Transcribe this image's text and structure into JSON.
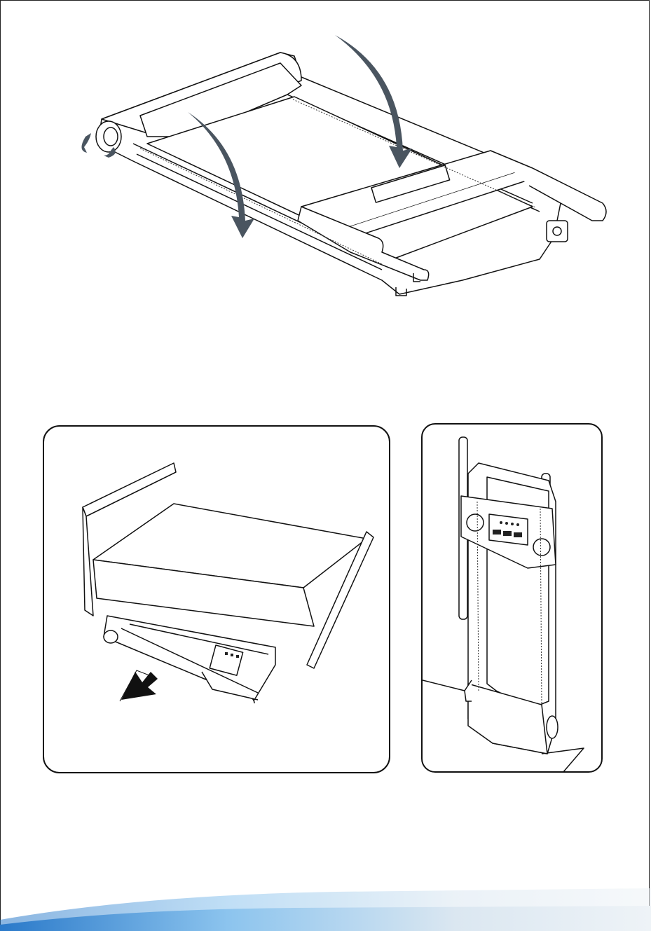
{
  "page": {
    "background": "#ffffff",
    "line_color": "#111111",
    "arrow_color": "#4a5560",
    "band_colors": [
      "#2a79c9",
      "#8cc4ee",
      "#eef3f7"
    ]
  },
  "illustrations": {
    "folding": {
      "icon": "treadmill-folding-illustration"
    },
    "under_bed": {
      "icon": "treadmill-under-bed-illustration"
    },
    "upright": {
      "icon": "treadmill-upright-illustration"
    }
  }
}
